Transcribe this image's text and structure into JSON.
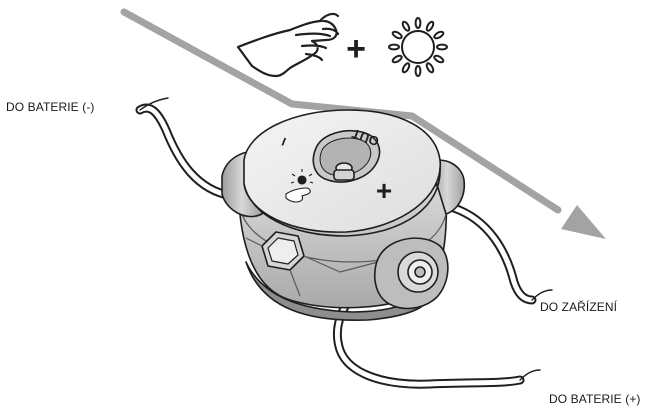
{
  "labels": {
    "battery_minus": "DO BATERIE (-)",
    "device": "DO ZAŘÍZENÍ",
    "battery_plus": "DO BATERIE (+)"
  },
  "device": {
    "lid_text_out": "OUT",
    "minus_sign": "−",
    "plus_sign": "+"
  },
  "hint": {
    "plus_symbol": "+",
    "icons": [
      "pinching-hand-icon",
      "sun-icon"
    ]
  },
  "colors": {
    "arrow": "#9e9e9e",
    "outline": "#1f1f1f",
    "body_light": "#e9e9e9",
    "body_mid": "#cfcfcf",
    "body_dark": "#9a9a9a"
  }
}
